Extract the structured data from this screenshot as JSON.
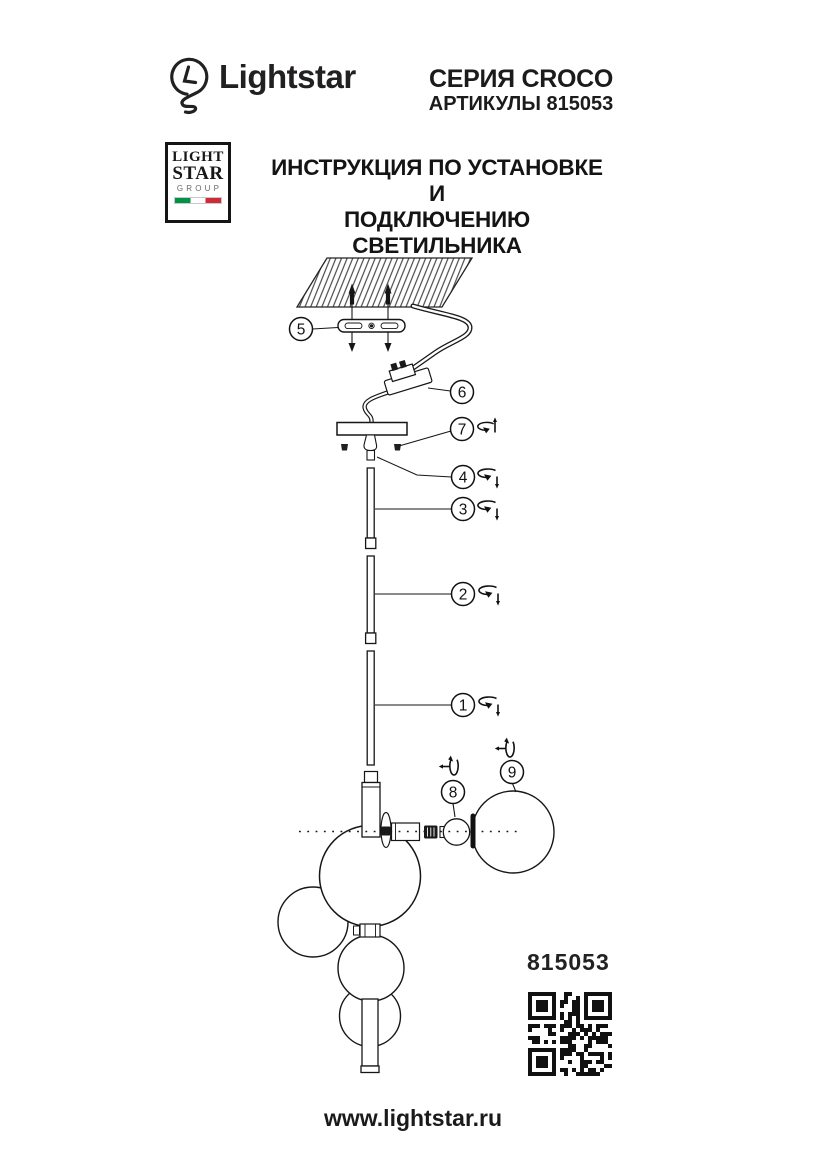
{
  "header": {
    "brand_wordmark": "Lightstar",
    "series_line": "СЕРИЯ CROCO",
    "articles_line": "АРТИКУЛЫ 815053",
    "group_logo": {
      "line1": "LIGHT",
      "line2": "STAR",
      "line3": "GROUP"
    },
    "title_line1": "ИНСТРУКЦИЯ ПО УСТАНОВКЕ И",
    "title_line2": "ПОДКЛЮЧЕНИЮ СВЕТИЛЬНИКА"
  },
  "diagram": {
    "callouts": [
      {
        "number": "5"
      },
      {
        "number": "6"
      },
      {
        "number": "7"
      },
      {
        "number": "4"
      },
      {
        "number": "3"
      },
      {
        "number": "2"
      },
      {
        "number": "1"
      },
      {
        "number": "8"
      },
      {
        "number": "9"
      }
    ]
  },
  "footer": {
    "article_number": "815053",
    "website": "www.lightstar.ru"
  },
  "icons": {
    "brand_logo": "lightstar-bulb-icon",
    "group_logo": "lightstar-group-logo",
    "rotate_screw_down": "rotate-screw-down-icon",
    "rotate_screw_up": "rotate-screw-up-icon",
    "rotate_screw_side": "rotate-screw-horizontal-icon",
    "qr": "qr-code"
  },
  "colors": {
    "ink": "#231f20",
    "flag_green": "#009246",
    "flag_red": "#ce2b37",
    "flag_white": "#ffffff"
  }
}
